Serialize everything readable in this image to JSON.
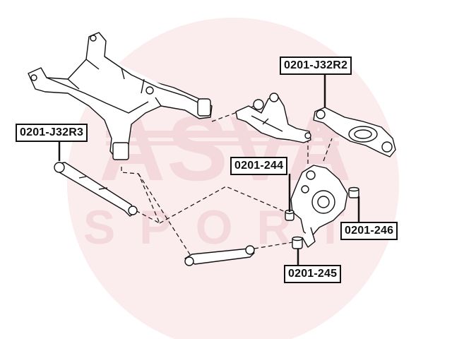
{
  "watermark": {
    "brand_text": "ASVA",
    "sub_text": "SPORT",
    "color": "#f3d9dc",
    "circle_color": "#fbecee"
  },
  "diagram": {
    "line_color": "#111111",
    "part_fill": "#ffffff",
    "labels": [
      {
        "id": "j32r2",
        "text": "0201-J32R2"
      },
      {
        "id": "j32r3",
        "text": "0201-J32R3"
      },
      {
        "id": "p244",
        "text": "0201-244"
      },
      {
        "id": "p246",
        "text": "0201-246"
      },
      {
        "id": "p245",
        "text": "0201-245"
      }
    ]
  }
}
